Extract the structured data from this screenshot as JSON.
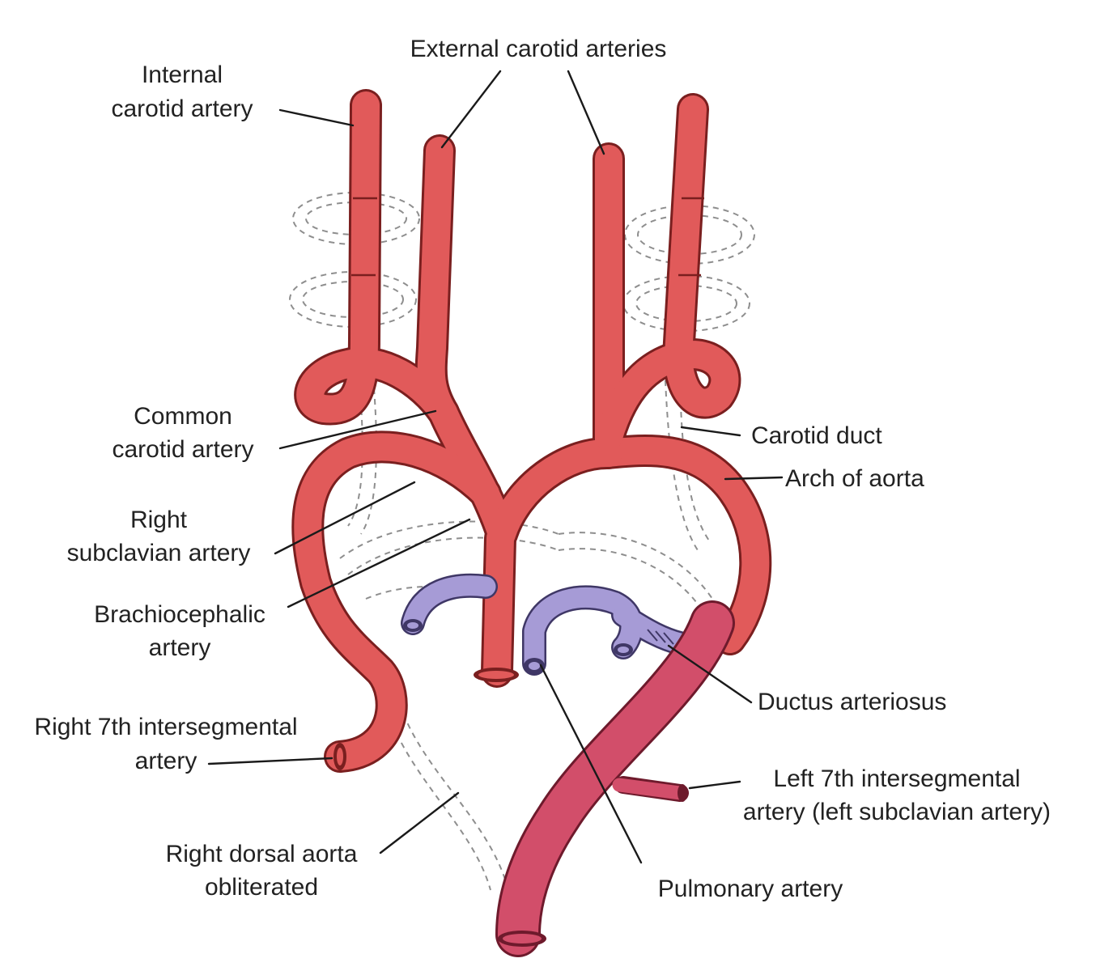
{
  "labels": {
    "external_carotid": "External carotid arteries",
    "internal_carotid_line1": "Internal",
    "internal_carotid_line2": "carotid artery",
    "common_carotid_line1": "Common",
    "common_carotid_line2": "carotid artery",
    "right_subclavian_line1": "Right",
    "right_subclavian_line2": "subclavian artery",
    "brachiocephalic_line1": "Brachiocephalic",
    "brachiocephalic_line2": "artery",
    "right_7th_line1": "Right 7th intersegmental",
    "right_7th_line2": "artery",
    "right_dorsal_line1": "Right dorsal aorta",
    "right_dorsal_line2": "obliterated",
    "carotid_duct": "Carotid duct",
    "arch_of_aorta": "Arch of aorta",
    "ductus_arteriosus": "Ductus arteriosus",
    "left_7th_line1": "Left 7th intersegmental",
    "left_7th_line2": "artery (left subclavian artery)",
    "pulmonary_artery": "Pulmonary artery"
  },
  "colors": {
    "artery": "#e15a5a",
    "descending_aorta": "#d24e6a",
    "pulmonary": "#a69bd6",
    "leader_lines": "#1a1a1a",
    "obliterated_vessels": "#8e8e8e"
  }
}
